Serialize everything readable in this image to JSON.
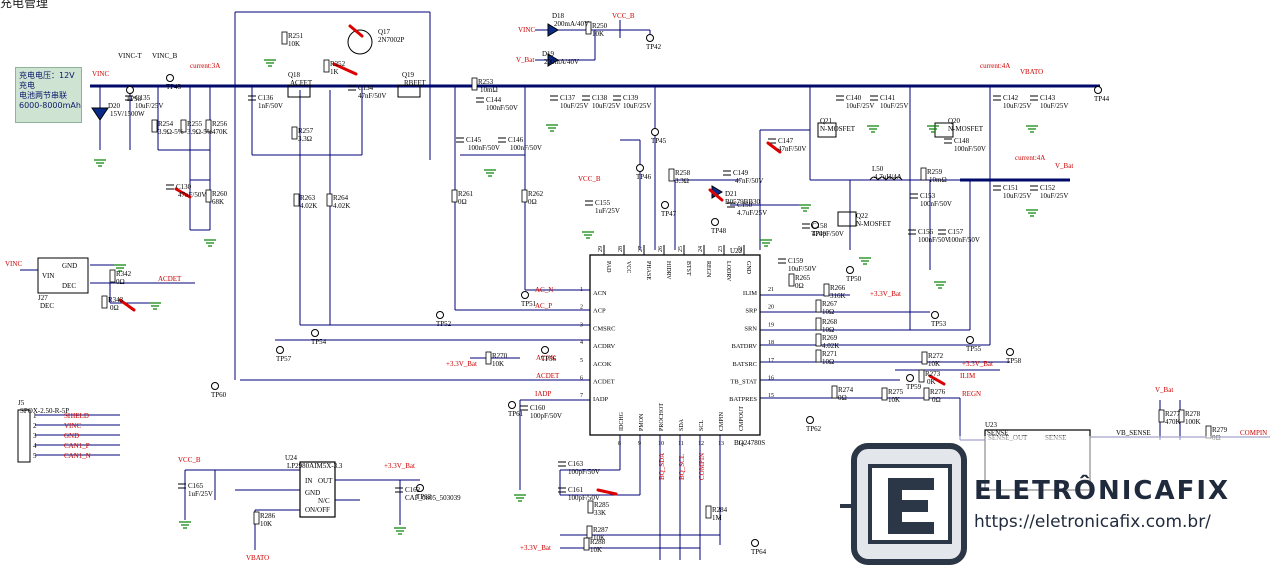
{
  "title": "充电管理",
  "note": {
    "lines": [
      "充电电压：12V",
      "充电",
      "电池两节串联",
      "6000-8000mAh"
    ]
  },
  "colors": {
    "wire": "#00007a",
    "bus": "#000a6a",
    "comp": "#000000",
    "label": "#0b1a8a",
    "power": "#cc0000",
    "ground": "#008000",
    "strike": "#dd0000",
    "note_bg": "#cfe3d3"
  },
  "chip": {
    "name": "U22",
    "part": "BQ24780S",
    "top_pins": [
      {
        "num": "29",
        "name": "PAD"
      },
      {
        "num": "28",
        "name": "VCC"
      },
      {
        "num": "27",
        "name": "PHASE"
      },
      {
        "num": "26",
        "name": "HIDRV"
      },
      {
        "num": "25",
        "name": "BTST"
      },
      {
        "num": "24",
        "name": "REGN"
      },
      {
        "num": "23",
        "name": "LODRV"
      },
      {
        "num": "22",
        "name": "GND"
      }
    ],
    "left_pins": [
      {
        "num": "1",
        "name": "ACN"
      },
      {
        "num": "2",
        "name": "ACP"
      },
      {
        "num": "3",
        "name": "CMSRC"
      },
      {
        "num": "4",
        "name": "ACDRV"
      },
      {
        "num": "5",
        "name": "ACOK"
      },
      {
        "num": "6",
        "name": "ACDET"
      },
      {
        "num": "7",
        "name": "IADP"
      }
    ],
    "right_pins": [
      {
        "num": "21",
        "name": "ILIM"
      },
      {
        "num": "20",
        "name": "SRP"
      },
      {
        "num": "19",
        "name": "SRN"
      },
      {
        "num": "18",
        "name": "BATDRV"
      },
      {
        "num": "17",
        "name": "BATSRC"
      },
      {
        "num": "16",
        "name": "TB_STAT"
      },
      {
        "num": "15",
        "name": "BATPRES"
      }
    ],
    "bottom_pins": [
      {
        "num": "8",
        "name": "IDCHG"
      },
      {
        "num": "9",
        "name": "PMON"
      },
      {
        "num": "10",
        "name": "PROCHOT"
      },
      {
        "num": "11",
        "name": "SDA"
      },
      {
        "num": "12",
        "name": "SCL"
      },
      {
        "num": "13",
        "name": "CMPIN"
      },
      {
        "num": "14",
        "name": "CMPOUT"
      }
    ]
  },
  "components": [
    {
      "ref": "R251",
      "value": "10K"
    },
    {
      "ref": "Q17",
      "value": "2N7002P"
    },
    {
      "ref": "R252",
      "value": "1K"
    },
    {
      "ref": "D18",
      "value": "200mA/40V"
    },
    {
      "ref": "D19",
      "value": "200mA/40V"
    },
    {
      "ref": "R250",
      "value": "10K"
    },
    {
      "ref": "Q18",
      "value": "ACFET"
    },
    {
      "ref": "Q19",
      "value": "RBFET"
    },
    {
      "ref": "R253",
      "value": "10mΩ"
    },
    {
      "ref": "D20",
      "value": "15V/1500W"
    },
    {
      "ref": "C135",
      "value": "10uF/25V"
    },
    {
      "ref": "C136",
      "value": "1nF/50V"
    },
    {
      "ref": "C134",
      "value": "47nF/50V"
    },
    {
      "ref": "C144",
      "value": "100nF/50V"
    },
    {
      "ref": "C145",
      "value": "100nF/50V"
    },
    {
      "ref": "C146",
      "value": "100nF/50V"
    },
    {
      "ref": "C137",
      "value": "10uF/25V"
    },
    {
      "ref": "C138",
      "value": "10uF/25V"
    },
    {
      "ref": "C139",
      "value": "10uF/25V"
    },
    {
      "ref": "C140",
      "value": "10uF/25V"
    },
    {
      "ref": "C141",
      "value": "10uF/25V"
    },
    {
      "ref": "C142",
      "value": "10uF/25V"
    },
    {
      "ref": "C143",
      "value": "10uF/25V"
    },
    {
      "ref": "Q21",
      "value": "N-MOSFET"
    },
    {
      "ref": "Q20",
      "value": "N-MOSFET"
    },
    {
      "ref": "Q22",
      "value": "N-MOSFET"
    },
    {
      "ref": "C147",
      "value": "47nF/50V"
    },
    {
      "ref": "C148",
      "value": "100nF/50V"
    },
    {
      "ref": "L50",
      "value": "4.7uH/4A"
    },
    {
      "ref": "R259",
      "value": "10mΩ"
    },
    {
      "ref": "C151",
      "value": "10uF/25V"
    },
    {
      "ref": "C152",
      "value": "10uF/25V"
    },
    {
      "ref": "C153",
      "value": "100nF/50V"
    },
    {
      "ref": "C156",
      "value": "100nF/50V"
    },
    {
      "ref": "C157",
      "value": "100nF/50V"
    },
    {
      "ref": "R258",
      "value": "3.3Ω"
    },
    {
      "ref": "C149",
      "value": "47nF/50V"
    },
    {
      "ref": "D21",
      "value": "B0579BB30"
    },
    {
      "ref": "C150",
      "value": "4.7uF/25V"
    },
    {
      "ref": "C158",
      "value": "470pF/50V"
    },
    {
      "ref": "C159",
      "value": "10uF/50V"
    },
    {
      "ref": "R265",
      "value": "0Ω"
    },
    {
      "ref": "R266",
      "value": "316K"
    },
    {
      "ref": "C155",
      "value": "1uF/25V"
    },
    {
      "ref": "R254",
      "value": "3.9Ω-5%"
    },
    {
      "ref": "R255",
      "value": "3.9Ω-5%"
    },
    {
      "ref": "R256",
      "value": "470K"
    },
    {
      "ref": "R257",
      "value": "3.3Ω"
    },
    {
      "ref": "R260",
      "value": "68K"
    },
    {
      "ref": "C130",
      "value": "47nF/50V"
    },
    {
      "ref": "R261",
      "value": "0Ω"
    },
    {
      "ref": "R262",
      "value": "0Ω"
    },
    {
      "ref": "R263",
      "value": "4.02K"
    },
    {
      "ref": "R264",
      "value": "4.02K"
    },
    {
      "ref": "R267",
      "value": "10Ω"
    },
    {
      "ref": "R268",
      "value": "10Ω"
    },
    {
      "ref": "R269",
      "value": "4.02K"
    },
    {
      "ref": "R271",
      "value": "10Ω"
    },
    {
      "ref": "R270",
      "value": "10K"
    },
    {
      "ref": "R272",
      "value": "10K"
    },
    {
      "ref": "R273",
      "value": "0K"
    },
    {
      "ref": "R274",
      "value": "0Ω"
    },
    {
      "ref": "R275",
      "value": "10K"
    },
    {
      "ref": "R276",
      "value": "0Ω"
    },
    {
      "ref": "C160",
      "value": "100pF/50V"
    },
    {
      "ref": "C161",
      "value": "100pF/50V"
    },
    {
      "ref": "C163",
      "value": "100pF/50V"
    },
    {
      "ref": "R285",
      "value": "33K"
    },
    {
      "ref": "R284",
      "value": "1M"
    },
    {
      "ref": "R287",
      "value": "10K"
    },
    {
      "ref": "R288",
      "value": "10K"
    },
    {
      "ref": "U23",
      "value": "SENSE"
    },
    {
      "ref": "R277",
      "value": "470K"
    },
    {
      "ref": "R278",
      "value": "100K"
    },
    {
      "ref": "R279",
      "value": "0Ω"
    },
    {
      "ref": "U24",
      "value": "LP2980AIM5X-3.3"
    },
    {
      "ref": "C162",
      "value": "CAP_0805_503039"
    },
    {
      "ref": "C165",
      "value": "1uF/25V"
    },
    {
      "ref": "R286",
      "value": "10K"
    },
    {
      "ref": "R342",
      "value": "0Ω"
    },
    {
      "ref": "R343",
      "value": "0Ω"
    },
    {
      "ref": "J27",
      "value": "DEC"
    },
    {
      "ref": "J5",
      "value": "SPOX-2.50-R-5P"
    }
  ],
  "nets": [
    "VINC",
    "VINC-T",
    "VINC_B",
    "V_Bat",
    "VBATO",
    "ACDET",
    "AC_N",
    "AC_P",
    "ACOK",
    "IADP",
    "ILIM",
    "REGN",
    "VB_SENSE",
    "COMPIN",
    "BQ_SDA",
    "BQ_SCL",
    "COMPIN",
    "+3.3V_Bat",
    "VCC_B"
  ],
  "current_labels": [
    "current:3A",
    "current:4A",
    "current:4A"
  ],
  "connector_j5": [
    "SHIELD",
    "VINC",
    "GND",
    "CAN1_P",
    "CAN1_N"
  ],
  "watermark": {
    "brand": "ELETRÔNICAFIX",
    "url": "https://eletronicafix.com.br/"
  }
}
